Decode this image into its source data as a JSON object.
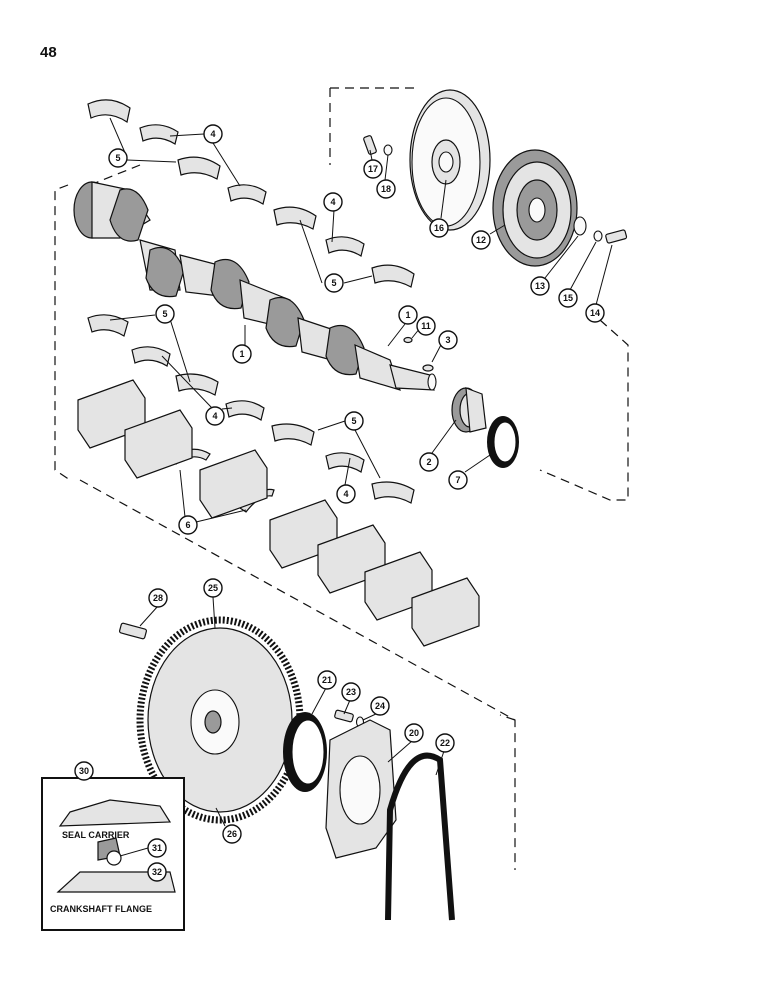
{
  "page_number": "48",
  "inset": {
    "top_label": "SEAL CARRIER",
    "bottom_label": "CRANKSHAFT FLANGE"
  },
  "callouts": {
    "c1": "1",
    "c2": "2",
    "c3": "3",
    "c4": "4",
    "c5": "5",
    "c6": "6",
    "c7": "7",
    "c11": "11",
    "c12": "12",
    "c13": "13",
    "c14": "14",
    "c15": "15",
    "c16": "16",
    "c17": "17",
    "c18": "18",
    "c20": "20",
    "c21": "21",
    "c22": "22",
    "c23": "23",
    "c24": "24",
    "c25": "25",
    "c26": "26",
    "c28": "28",
    "c30": "30",
    "c31": "31",
    "c32": "32"
  }
}
